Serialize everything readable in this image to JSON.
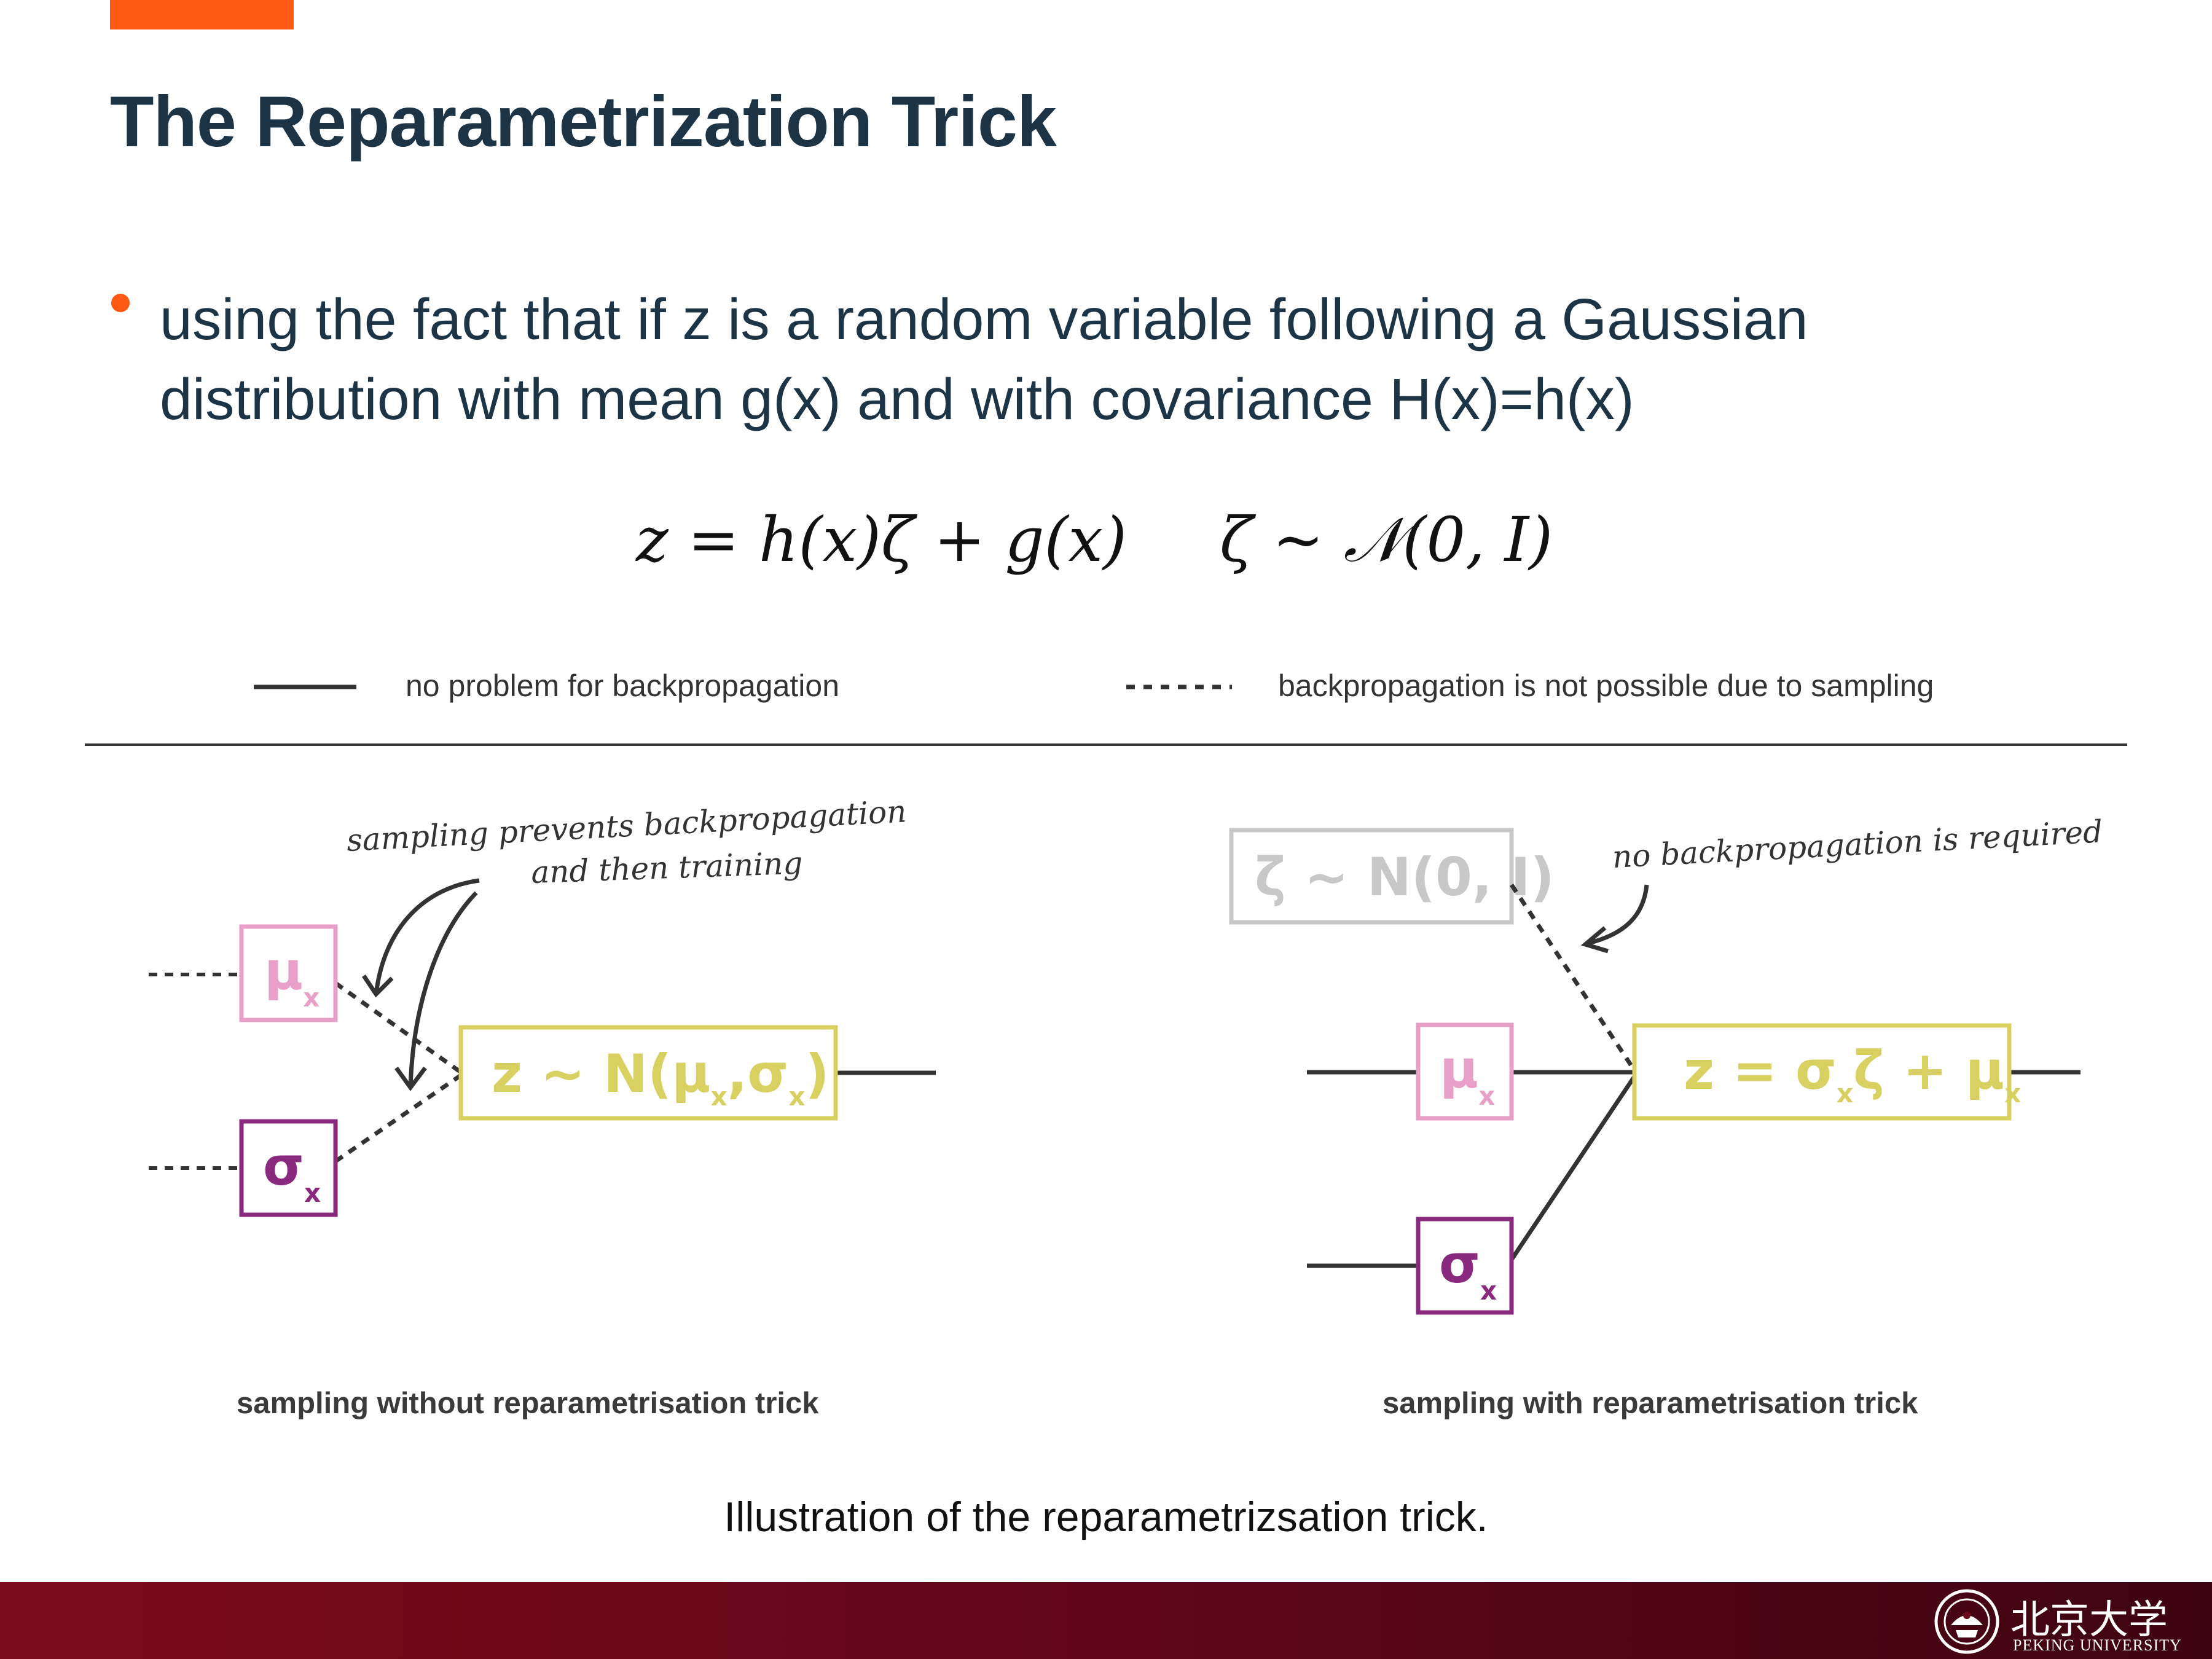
{
  "slide": {
    "title": "The Reparametrization Trick",
    "bullet": "using the fact that if z is a random variable following a Gaussian distribution with mean g(x) and with covariance H(x)=h(x)",
    "formula_left": "z = h(x)ζ + g(x)",
    "formula_right": "ζ ~ 𝒩(0, I)",
    "caption": "Illustration of the reparametrizsation trick."
  },
  "legend": {
    "solid_label": "no problem for backpropagation",
    "dashed_label": "backpropagation is not possible due to sampling"
  },
  "left_diagram": {
    "annotation_line1": "sampling prevents backpropagation",
    "annotation_line2": "and then training",
    "mu_symbol": "μ",
    "sigma_symbol": "σ",
    "sub_x": "x",
    "sample_node": {
      "prefix": "z ~ N(",
      "mu": "μ",
      "comma": ",",
      "sigma": "σ",
      "suffix": ")"
    },
    "caption": "sampling without reparametrisation trick"
  },
  "right_diagram": {
    "noise_box": "ζ ~ N(0, I)",
    "annotation": "no backpropagation is required",
    "mu_symbol": "μ",
    "sigma_symbol": "σ",
    "sub_x": "x",
    "z_node": {
      "prefix": "z = ",
      "sigma": "σ",
      "zeta": "ζ",
      "plus": " + ",
      "mu": "μ"
    },
    "caption": "sampling with  reparametrisation trick"
  },
  "footer": {
    "university_cn": "北京大学",
    "university_en": "PEKING UNIVERSITY"
  },
  "colors": {
    "accent": "#ff5a14",
    "title": "#1c3446",
    "mu_box": "#e8a0c8",
    "sigma_box": "#8a2a7e",
    "sample_box": "#d8d060",
    "noise_box": "#c8c8c8",
    "footer": "#6e0a1c"
  }
}
